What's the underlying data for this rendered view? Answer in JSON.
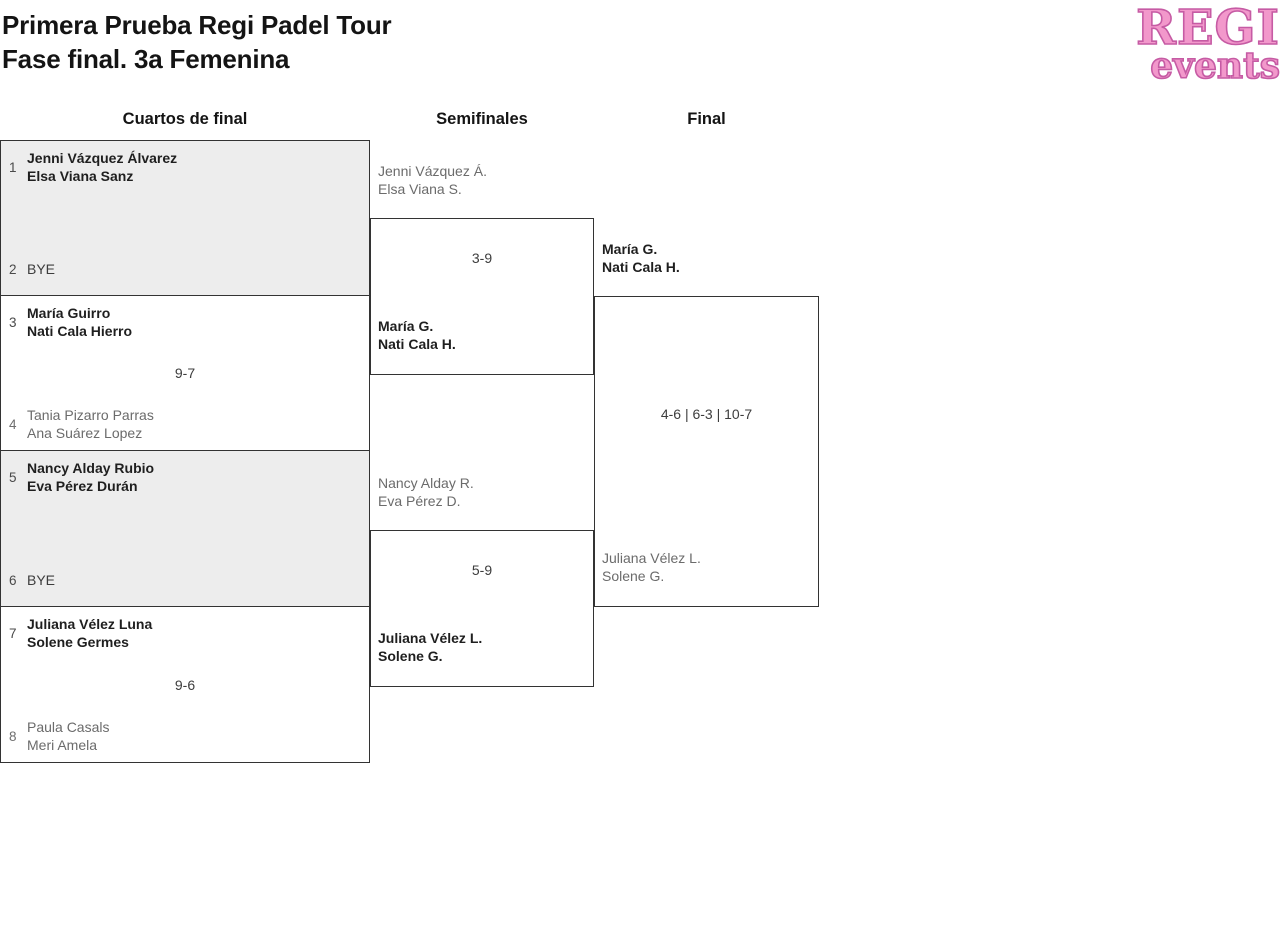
{
  "title": {
    "line1": "Primera Prueba Regi Padel Tour",
    "line2": "Fase final. 3a Femenina"
  },
  "logo": {
    "line1": "REGI",
    "line2": "events"
  },
  "round_headers": {
    "quarterfinals": "Cuartos de final",
    "semifinals": "Semifinales",
    "final": "Final"
  },
  "matches": {
    "qf1": {
      "seed_a": "1",
      "a1": "Jenni Vázquez Álvarez",
      "a2": "Elsa Viana Sanz",
      "seed_b": "2",
      "b1": "BYE",
      "b2": "",
      "score": ""
    },
    "qf2": {
      "seed_a": "3",
      "a1": "María Guirro",
      "a2": "Nati Cala Hierro",
      "seed_b": "4",
      "b1": "Tania Pizarro Parras",
      "b2": "Ana Suárez Lopez",
      "score": "9-7"
    },
    "qf3": {
      "seed_a": "5",
      "a1": "Nancy Alday Rubio",
      "a2": "Eva Pérez Durán",
      "seed_b": "6",
      "b1": "BYE",
      "b2": "",
      "score": ""
    },
    "qf4": {
      "seed_a": "7",
      "a1": "Juliana Vélez Luna",
      "a2": "Solene Germes",
      "seed_b": "8",
      "b1": "Paula Casals",
      "b2": "Meri Amela",
      "score": "9-6"
    },
    "sf1": {
      "a1": "Jenni Vázquez Á.",
      "a2": "Elsa Viana S.",
      "b1": "María G.",
      "b2": "Nati Cala H.",
      "score": "3-9"
    },
    "sf2": {
      "a1": "Nancy Alday R.",
      "a2": "Eva Pérez D.",
      "b1": "Juliana Vélez L.",
      "b2": "Solene G.",
      "score": "5-9"
    },
    "final": {
      "a1": "María G.",
      "a2": "Nati Cala H.",
      "b1": "Juliana Vélez L.",
      "b2": "Solene G.",
      "score": "4-6 | 6-3 | 10-7"
    }
  },
  "colors": {
    "logo_pink": "#f298cb",
    "logo_outline": "#c65ba4",
    "box_border": "#333333",
    "alt_box_background": "#ededed",
    "winner_text": "#1f1f1f",
    "loser_text": "#6b6b6b"
  }
}
